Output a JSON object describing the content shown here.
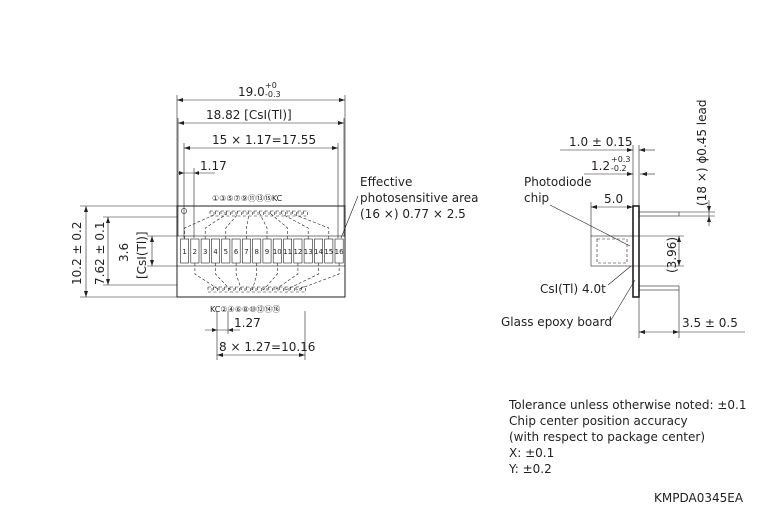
{
  "front_view": {
    "dim_total_width": "19.0",
    "dim_total_width_tol_upper": "+0",
    "dim_total_width_tol_lower": "-0.3",
    "dim_csi_width": "18.82 [CsI(Tl)]",
    "dim_pitch_span": "15 × 1.17=17.55",
    "dim_pitch": "1.17",
    "dim_height": "10.2 ± 0.2",
    "dim_inner_height": "7.62 ± 0.1",
    "dim_csi_height": "3.6",
    "dim_csi_height_label": "[CsI(Tl)]",
    "top_pins_label": "①③⑤⑦⑨⑪⑬⑮KC",
    "bottom_pins_label": "KC②④⑥⑧⑩⑫⑭⑯",
    "dim_lead_pitch": "1.27",
    "dim_lead_span": "8 × 1.27=10.16",
    "chip_numbers": [
      "1",
      "2",
      "3",
      "4",
      "5",
      "6",
      "7",
      "8",
      "9",
      "10",
      "11",
      "12",
      "13",
      "14",
      "15",
      "16"
    ]
  },
  "annotation": {
    "line1": "Effective",
    "line2": "photosensitive area",
    "line3": "(16 ×) 0.77 × 2.5"
  },
  "side_view": {
    "dim_a": "1.0 ± 0.15",
    "dim_b": "1.2",
    "dim_b_tol_upper": "+0.3",
    "dim_b_tol_lower": "-0.2",
    "label_chip_1": "Photodiode",
    "label_chip_2": "chip",
    "dim_chip": "5.0",
    "dim_lead": "(18 ×) ϕ0.45 lead",
    "dim_396": "(3.96)",
    "label_csi": "CsI(Tl) 4.0t",
    "label_board": "Glass epoxy board",
    "dim_35": "3.5 ± 0.5"
  },
  "notes": [
    "Tolerance unless otherwise noted: ±0.1",
    "Chip center position accuracy",
    "(with respect to package center)",
    "X: ±0.1",
    "Y: ±0.2"
  ],
  "drawing_code": "KMPDA0345EA"
}
